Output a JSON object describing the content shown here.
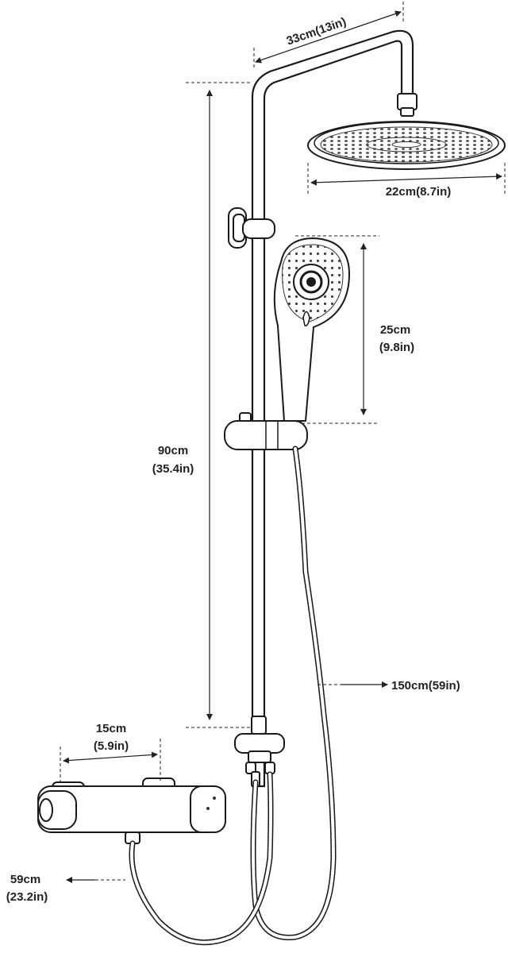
{
  "labels": {
    "arm_length": "33cm(13in)",
    "head_diameter": "22cm(8.7in)",
    "handheld_length_cm": "25cm",
    "handheld_length_in": "(9.8in)",
    "riser_height_cm": "90cm",
    "riser_height_in": "(35.4in)",
    "hose_length": "150cm(59in)",
    "valve_spacing_cm": "15cm",
    "valve_spacing_in": "(5.9in)",
    "lower_hose_cm": "59cm",
    "lower_hose_in": "(23.2in)"
  }
}
